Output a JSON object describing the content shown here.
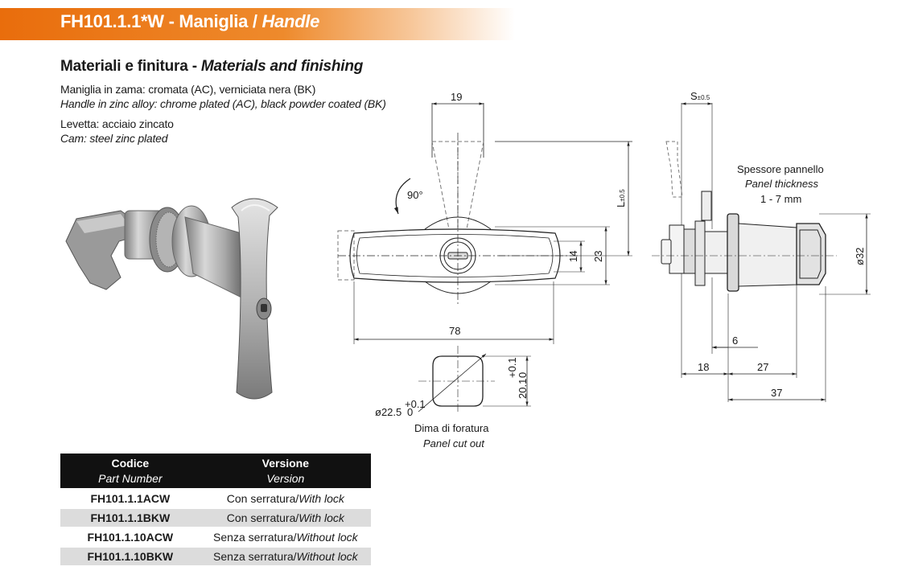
{
  "header": {
    "code": "FH101.1.1*W",
    "separator": " - ",
    "name_it": "Maniglia",
    "slash": " / ",
    "name_en": "Handle"
  },
  "materials": {
    "title_it": "Materiali e finitura",
    "title_sep": " - ",
    "title_en": "Materials and finishing",
    "line1_it": "Maniglia in zama: cromata (AC), verniciata nera (BK)",
    "line1_en": "Handle in zinc alloy: chrome plated (AC), black powder coated (BK)",
    "line2_it": "Levetta: acciaio zincato",
    "line2_en": "Cam: steel zinc plated"
  },
  "drawing": {
    "front": {
      "dim_top": "19",
      "rotation": "90°",
      "dim_L": "L",
      "dim_L_tol": "±0.5",
      "dim_14": "14",
      "dim_23": "23",
      "dim_78": "78"
    },
    "cutout": {
      "dim_width": "20.1",
      "dim_width_tol_up": "+0.1",
      "dim_width_tol_low": "0",
      "dim_dia": "ø22.5",
      "dim_dia_tol_up": "+0.1",
      "dim_dia_tol_low": "0",
      "label_it": "Dima di foratura",
      "label_en": "Panel cut out"
    },
    "side": {
      "dim_S": "S",
      "dim_S_tol": "±0.5",
      "panel_it": "Spessore pannello",
      "panel_en": "Panel thickness",
      "panel_range": "1 - 7 mm",
      "dim_32": "ø32",
      "dim_6": "6",
      "dim_18": "18",
      "dim_27": "27",
      "dim_37": "37"
    }
  },
  "table": {
    "head_code_it": "Codice",
    "head_code_en": "Part Number",
    "head_version_it": "Versione",
    "head_version_en": "Version",
    "rows": [
      {
        "code": "FH101.1.1ACW",
        "version_it": "Con serratura/",
        "version_en": "With lock"
      },
      {
        "code": "FH101.1.1BKW",
        "version_it": "Con serratura/",
        "version_en": "With lock"
      },
      {
        "code": "FH101.1.10ACW",
        "version_it": "Senza serratura/",
        "version_en": "Without lock"
      },
      {
        "code": "FH101.1.10BKW",
        "version_it": "Senza serratura/",
        "version_en": "Without lock"
      }
    ]
  },
  "colors": {
    "header_orange": "#e96d0c",
    "table_header": "#111111",
    "table_shade": "#dcdcdc"
  }
}
